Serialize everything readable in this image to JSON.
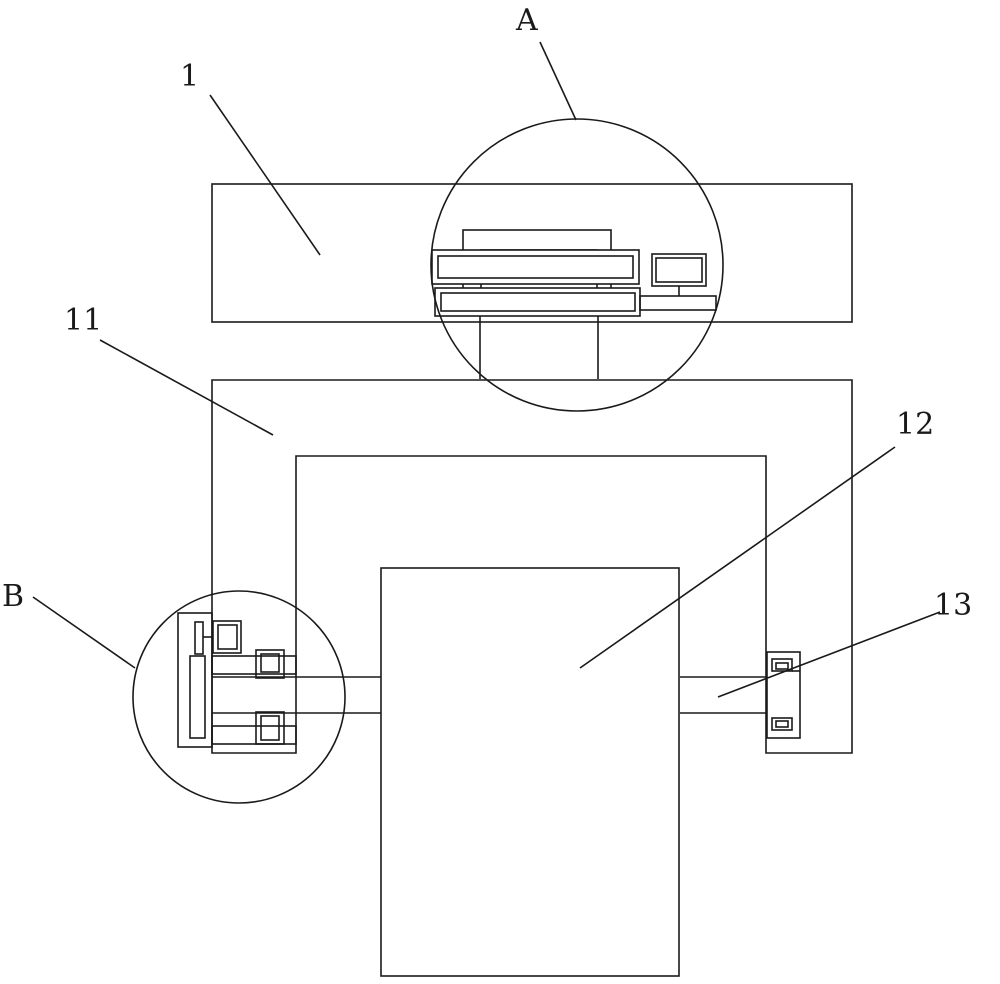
{
  "labels": {
    "a": "A",
    "b": "B",
    "one": "1",
    "eleven": "11",
    "twelve": "12",
    "thirteen": "13"
  },
  "colors": {
    "line": "#1a1a1a",
    "background": "#ffffff"
  }
}
